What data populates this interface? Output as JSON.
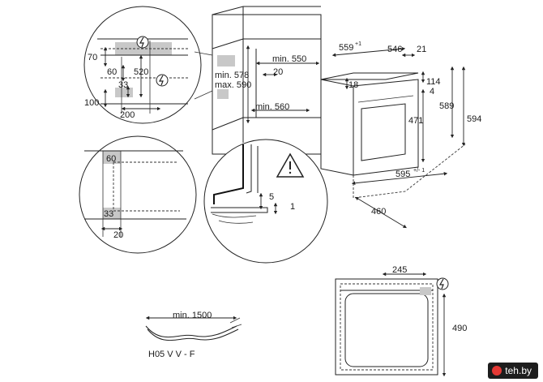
{
  "labels": {
    "d70": "70",
    "d60a": "60",
    "d520": "520",
    "d33a": "33",
    "d100": "100",
    "d200": "200",
    "d60b": "60",
    "d33b": "33",
    "d20a": "20",
    "min550": "min. 550",
    "d20b": "20",
    "min578": "min. 578",
    "max590": "max. 590",
    "min560": "min. 560",
    "d5": "5",
    "d1": "1",
    "d559": "559",
    "d559sup": "+1",
    "d546": "546",
    "d21": "21",
    "d18": "18",
    "d114": "114",
    "d4": "4",
    "d471": "471",
    "d589": "589",
    "d594": "594",
    "d595": "595",
    "d595sup": "+/- 1",
    "d460": "460",
    "d245": "245",
    "d490": "490",
    "min1500": "min. 1500",
    "cable": "H05 V V - F"
  },
  "brand": {
    "text": "teh.by"
  },
  "icons": [
    "electric-plug-icon",
    "warning-icon"
  ],
  "colors": {
    "lines": "#222222",
    "highlight": "#c8c8c8",
    "brand_bg": "#1d1d1d",
    "brand_dot": "#e53935"
  }
}
